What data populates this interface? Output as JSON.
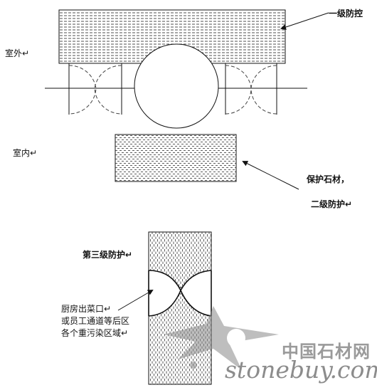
{
  "labels": {
    "outdoor": "室外↵",
    "indoor": "室内↵",
    "level1": "一级防控",
    "protective_stone": "保护石材，",
    "level2": "二级防护↵",
    "level3": "第三级防护↵",
    "kitchen_line1": "厨房出菜口↵",
    "kitchen_line2": "或员工通道等后区",
    "kitchen_line3": "各个重污染区域↵"
  },
  "watermark": {
    "cn": "中国石材网",
    "en": "stonebuy.com"
  },
  "colors": {
    "line": "#111111",
    "watermark": "#9a9a9a"
  },
  "icons": {
    "watermark_logo": "star-splash-logo"
  }
}
